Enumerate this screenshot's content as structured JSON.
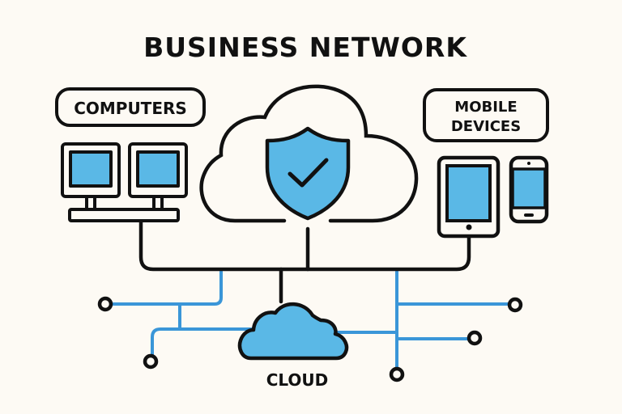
{
  "title": "BUSINESS NETWORK",
  "labels": {
    "computers": "COMPUTERS",
    "mobile_line1": "MOBILE",
    "mobile_line2": "DEVICES",
    "cloud": "CLOUD"
  },
  "icons": {
    "security": "shield-check-icon",
    "cloud": "cloud-icon",
    "computers": "desktop-monitor-icon",
    "tablet": "tablet-icon",
    "phone": "smartphone-icon"
  },
  "colors": {
    "background": "#fdfaf4",
    "stroke": "#111111",
    "accent": "#5ab8e6",
    "wire": "#3a96d8"
  }
}
